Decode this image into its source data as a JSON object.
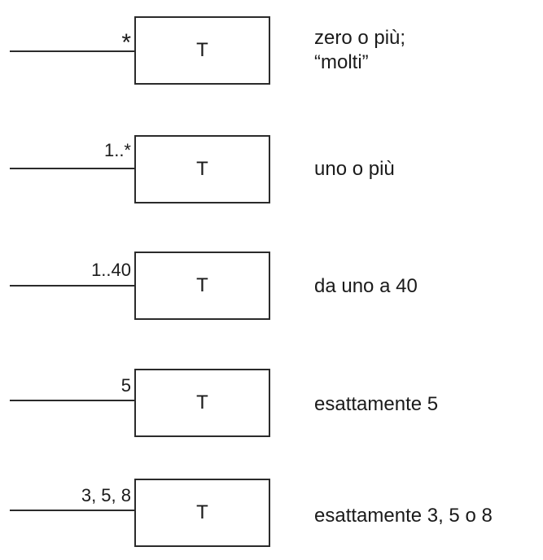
{
  "rows": [
    {
      "multiplicity": "*",
      "class_name": "T",
      "desc_line1": "zero o più;",
      "desc_line2": "“molti”"
    },
    {
      "multiplicity": "1..*",
      "class_name": "T",
      "desc_line1": "uno o più"
    },
    {
      "multiplicity": "1..40",
      "class_name": "T",
      "desc_line1": "da uno a 40"
    },
    {
      "multiplicity": "5",
      "class_name": "T",
      "desc_line1": "esattamente 5"
    },
    {
      "multiplicity": "3, 5, 8",
      "class_name": "T",
      "desc_line1": "esattamente 3, 5 o 8"
    }
  ]
}
